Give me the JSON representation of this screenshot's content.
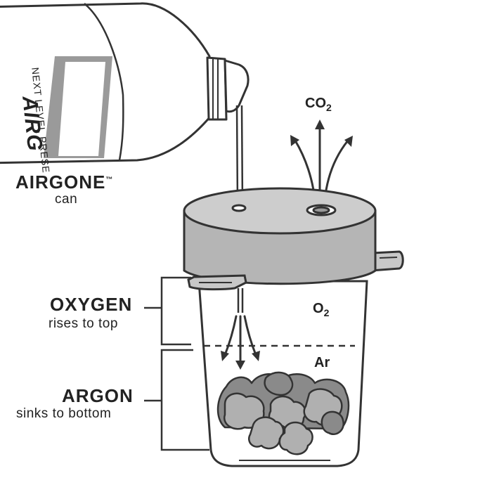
{
  "can": {
    "title": "AIRGONE",
    "trademark": "™",
    "subtitle": "can",
    "brand_text": "AIRG",
    "side_text": "NEXT LEVEL PRESE"
  },
  "labels": {
    "oxygen_title": "OXYGEN",
    "oxygen_sub": "rises to top",
    "argon_title": "ARGON",
    "argon_sub": "sinks to bottom"
  },
  "gases": {
    "co2": "CO",
    "co2_sub": "2",
    "o2": "O",
    "o2_sub": "2",
    "ar": "Ar"
  },
  "colors": {
    "outline": "#333333",
    "lid": "#b5b5b5",
    "lid_top": "#cdcdcd",
    "rocks_dark": "#8a8a8a",
    "rocks_light": "#b0b0b0",
    "can_label": "#9a9a9a"
  }
}
